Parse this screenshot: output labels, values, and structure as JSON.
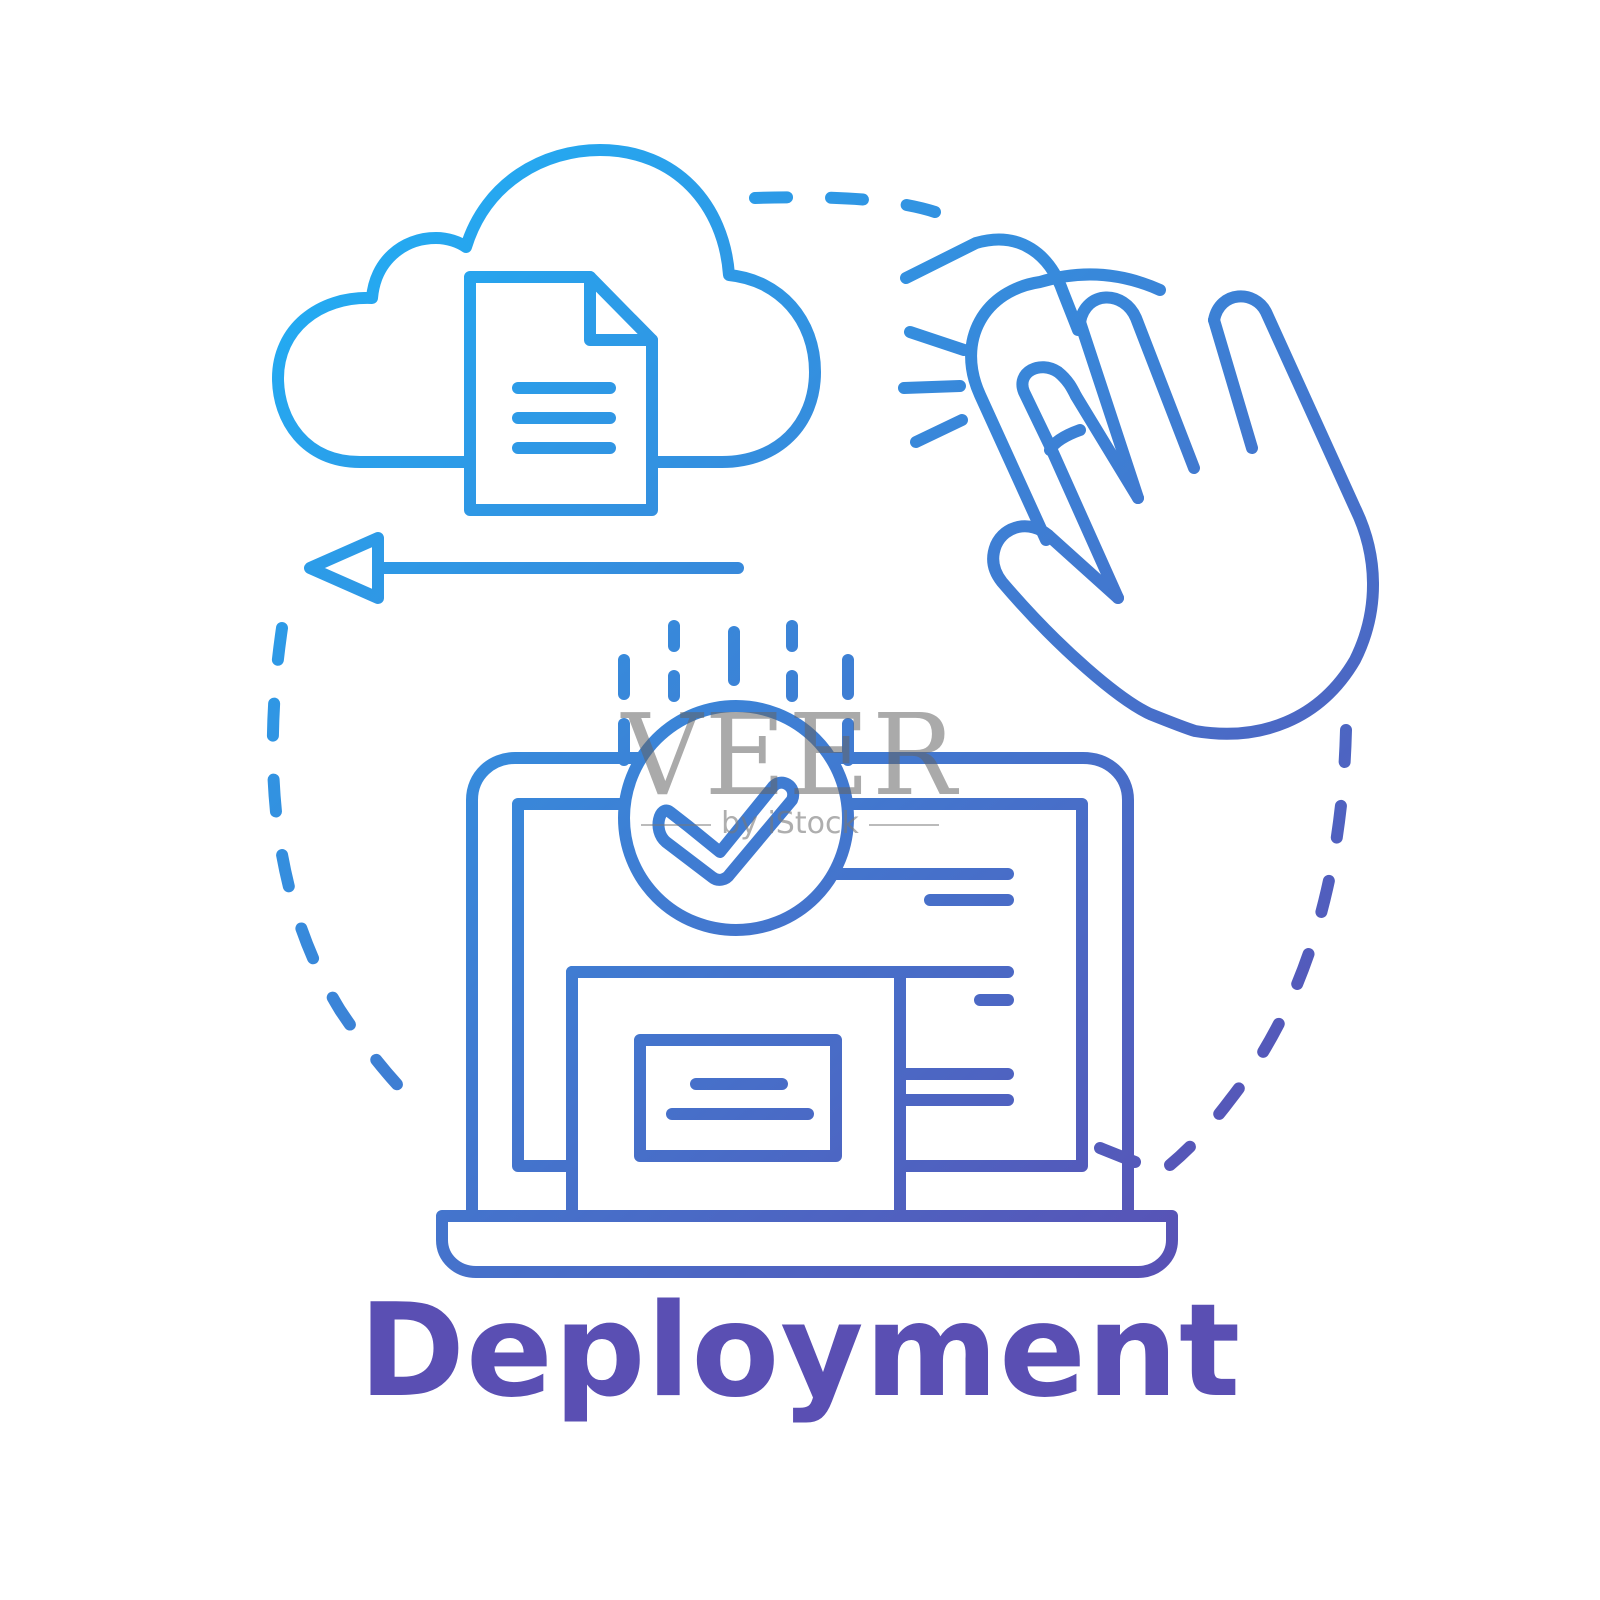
{
  "title": "Deployment",
  "watermark": {
    "brand": "VEER",
    "sub": "by iStock"
  },
  "colors": {
    "gradient_start": "#1fb2f7",
    "gradient_end": "#5a4fb3",
    "caption": "#5a4fb3"
  },
  "icons": [
    "cloud-icon",
    "document-icon",
    "left-arrow-icon",
    "hand-cursor-icon",
    "laptop-icon",
    "checkmark-circle-icon",
    "dashed-cycle-icon"
  ]
}
